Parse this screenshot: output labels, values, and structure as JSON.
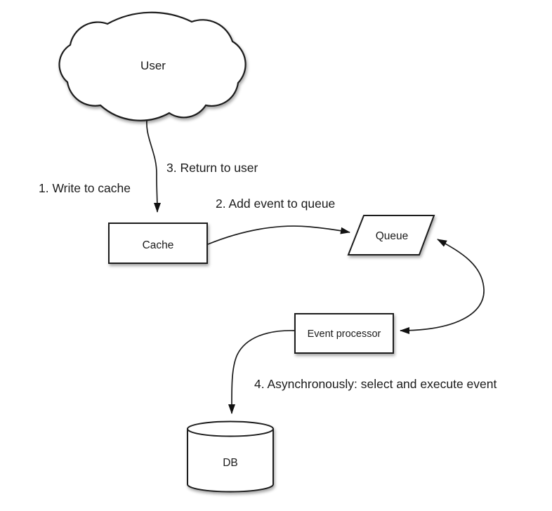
{
  "diagram": {
    "nodes": {
      "user": {
        "label": "User",
        "shape": "cloud"
      },
      "cache": {
        "label": "Cache",
        "shape": "rectangle"
      },
      "queue": {
        "label": "Queue",
        "shape": "parallelogram"
      },
      "event_processor": {
        "label": "Event processor",
        "shape": "rectangle"
      },
      "db": {
        "label": "DB",
        "shape": "cylinder"
      }
    },
    "edge_labels": {
      "step1": "1. Write to cache",
      "step2": "2. Add event to queue",
      "step3": "3. Return to user",
      "step4": "4. Asynchronously: select and execute event"
    },
    "edges": [
      {
        "from": "user",
        "to": "cache",
        "direction": "one-way"
      },
      {
        "from": "cache",
        "to": "queue",
        "direction": "one-way"
      },
      {
        "from": "queue",
        "to": "event_processor",
        "direction": "two-way"
      },
      {
        "from": "event_processor",
        "to": "db",
        "direction": "one-way"
      }
    ],
    "colors": {
      "background": "#ffffff",
      "fill": "#ffffff",
      "stroke": "#1c1c1c",
      "text": "#1b1b1b"
    }
  }
}
